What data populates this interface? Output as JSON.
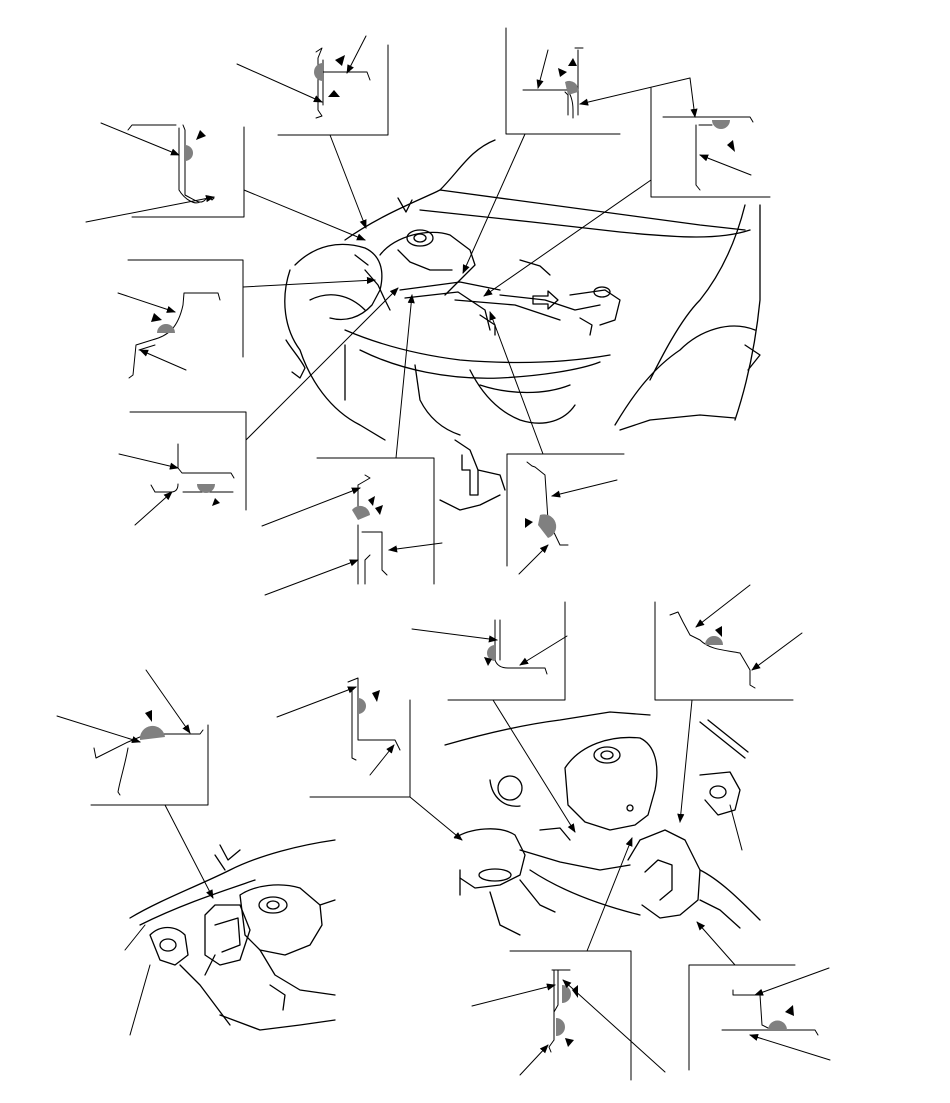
{
  "diagram": {
    "colors": {
      "line": "#000000",
      "weld_spot": "#808080",
      "background": "#ffffff"
    },
    "icons": [
      "leader-arrow",
      "weld-spot",
      "weld-direction-marker",
      "detail-callout-frame",
      "direction-arrow"
    ]
  }
}
